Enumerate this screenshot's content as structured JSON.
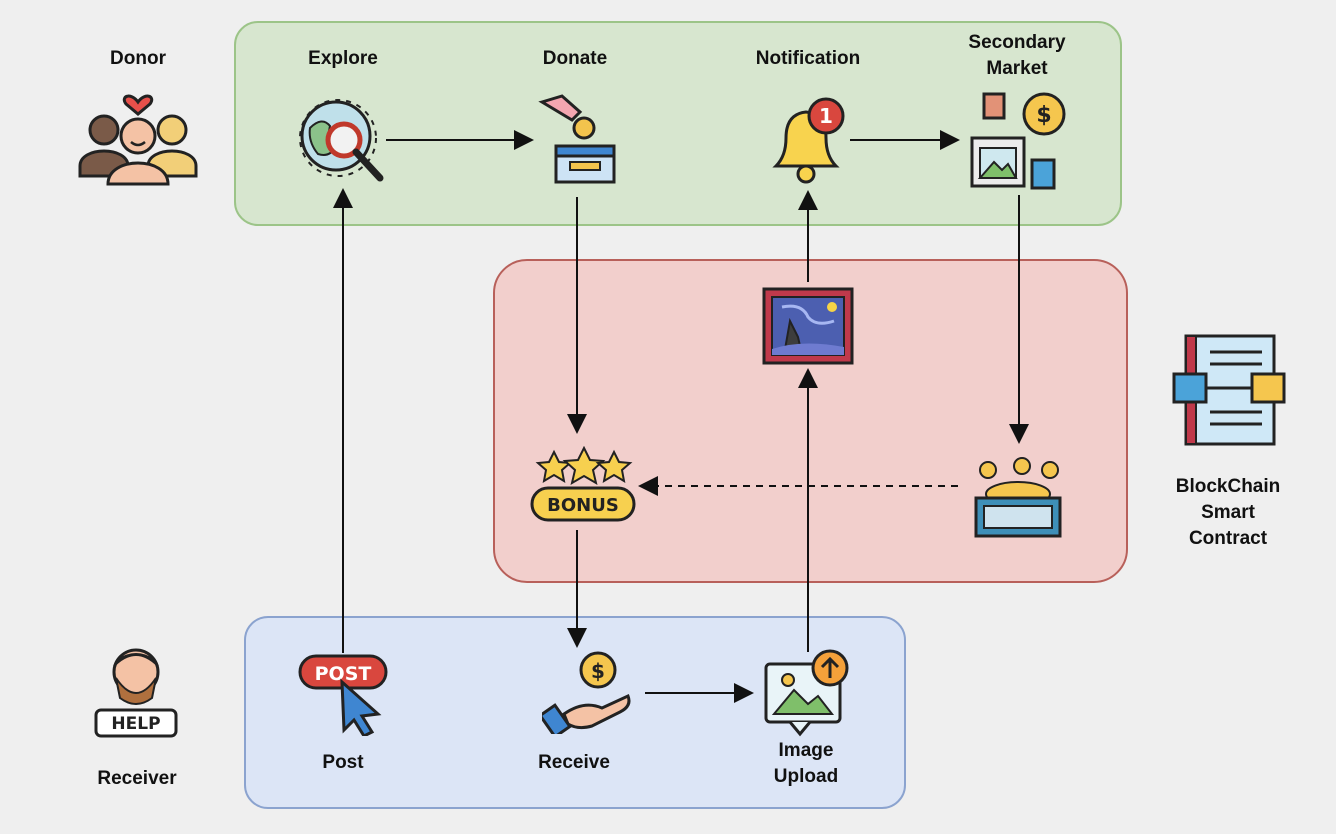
{
  "actors": {
    "donor": "Donor",
    "receiver": "Receiver",
    "blockchain": "BlockChain\nSmart\nContract"
  },
  "donor_steps": {
    "explore": "Explore",
    "donate": "Donate",
    "notification": "Notification",
    "secondary_market": "Secondary\nMarket"
  },
  "receiver_steps": {
    "post": "Post",
    "receive": "Receive",
    "image_upload": "Image\nUpload"
  },
  "icons": {
    "post_badge": "POST",
    "bonus_badge": "BONUS",
    "help_sign": "HELP",
    "notification_count": "1",
    "dollar": "$"
  },
  "colors": {
    "donor_zone": "#d7e6cf",
    "contract_zone": "#f2cfcc",
    "receiver_zone": "#dce5f6"
  }
}
